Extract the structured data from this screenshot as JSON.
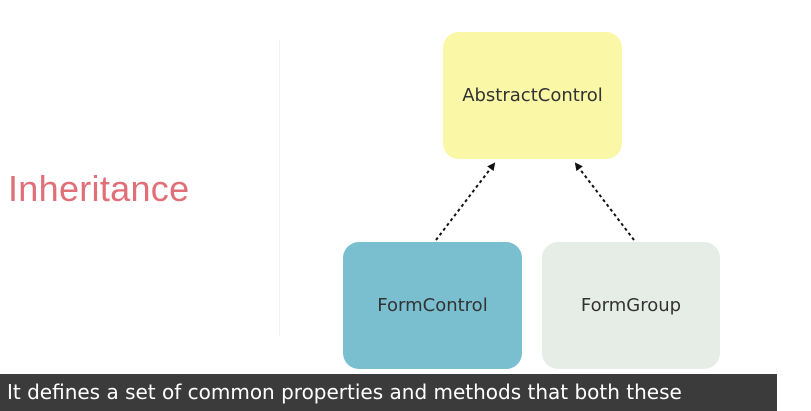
{
  "title": "Inheritance",
  "nodes": {
    "abstract_control": {
      "label": "AbstractControl",
      "color": "#faf7a6"
    },
    "form_control": {
      "label": "FormControl",
      "color": "#79bfcf"
    },
    "form_group": {
      "label": "FormGroup",
      "color": "#e6ede7"
    }
  },
  "edges": [
    {
      "from": "FormControl",
      "to": "AbstractControl",
      "style": "dashed",
      "arrow": "end"
    },
    {
      "from": "FormGroup",
      "to": "AbstractControl",
      "style": "dashed",
      "arrow": "end"
    }
  ],
  "caption": {
    "text": "It defines a set of common properties and methods that both these"
  },
  "colors": {
    "title": "#e06f78",
    "caption_background": "#3b3b3b",
    "caption_text": "#ffffff"
  }
}
